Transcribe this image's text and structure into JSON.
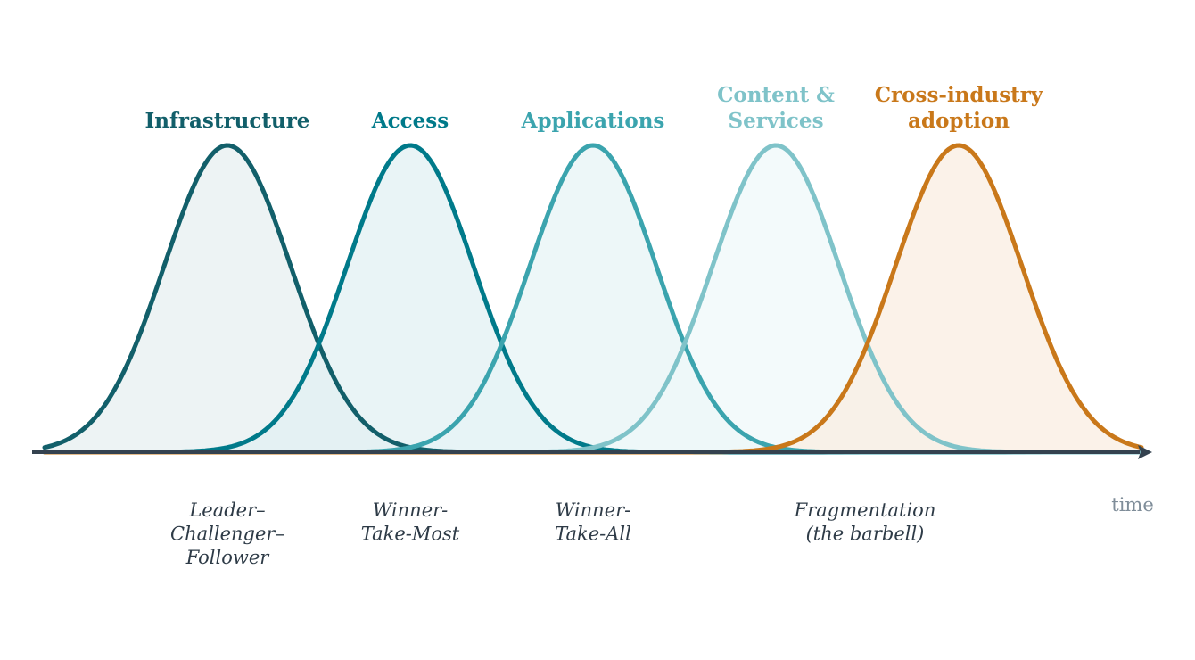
{
  "curves": [
    {
      "label_lines": [
        "Infrastructure"
      ],
      "color": "#125f6a",
      "fill": "#e6eef0"
    },
    {
      "label_lines": [
        "Access"
      ],
      "color": "#007a8a",
      "fill": "#e0f0f2"
    },
    {
      "label_lines": [
        "Applications"
      ],
      "color": "#3ba4ae",
      "fill": "#e6f4f5"
    },
    {
      "label_lines": [
        "Content &",
        "Services"
      ],
      "color": "#7fc3c9",
      "fill": "#eff8f9"
    },
    {
      "label_lines": [
        "Cross-industry",
        "adoption"
      ],
      "color": "#c9781a",
      "fill": "#f9ede0"
    }
  ],
  "regimes": [
    {
      "lines": [
        "Leader–",
        "Challenger–",
        "Follower"
      ]
    },
    {
      "lines": [
        "Winner-",
        "Take-Most"
      ]
    },
    {
      "lines": [
        "Winner-",
        "Take-All"
      ]
    },
    {
      "lines": [
        "Fragmentation",
        "(the barbell)"
      ]
    }
  ],
  "axis": {
    "label": "time",
    "color": "#34424f"
  }
}
